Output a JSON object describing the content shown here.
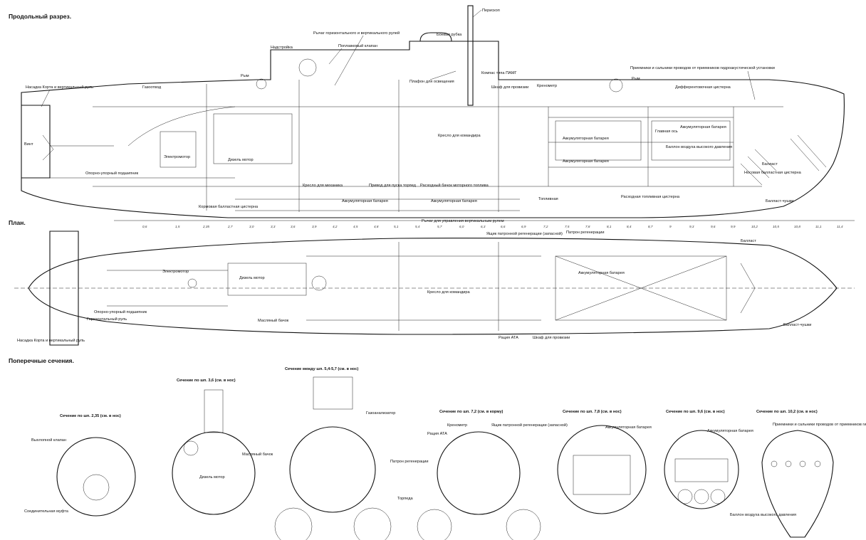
{
  "sections": {
    "longitudinal": "Продольный разрез.",
    "plan": "План.",
    "cross": "Поперечные сечения."
  },
  "labels": {
    "periscope": "Перископ",
    "lever_rudders": "Рычаг горизонтального и вертикального рулей",
    "float_valve": "Поплавковый клапан",
    "conning_tower": "Боевая рубка",
    "superstructure": "Надстройка",
    "compass": "Компас типа ПАМГ",
    "light": "Плафон для освещения",
    "kort_nozzle_top": "Насадка Корта и вертикальный руль",
    "gas_exhaust": "Газоотвод",
    "screw": "Винт",
    "thrust_bearing_top": "Опорно-упорный подшипник",
    "electromotor_top": "Электромотор",
    "diesel_top": "Дизель мотор",
    "stern_ballast": "Кормовая балластная цистерна",
    "mechanic_seat": "Кресло для механика",
    "torpedo_drive": "Привод для пуска торпед",
    "fuel_tank": "Расходный бачок моторного топлива",
    "commander_seat_top": "Кресло для командира",
    "battery_bottom": "Аккумуляторная батарея",
    "steering_lever": "Рычаг для управления вертикальным рулем",
    "wire_cabinet": "Шкаф для провизии",
    "cranometer": "Кренометр",
    "fuel_tanks": "Топливная",
    "fuel_consumption_tank": "Расходная топливная цистерна",
    "main_shaft": "Главная ось",
    "hp_air": "Баллон воздуха высокого давления",
    "bow_ballast": "Носовая балластная цистерна",
    "ballast": "Балласт",
    "ballast_pigs": "Балласт-чушки",
    "hydro_receivers": "Приемники и сальники проводов от приемников гидроакустической установки",
    "trim_tank": "Дифферентовочная цистерна",
    "yoke": "Рым",
    "regen_box": "Ящик патронной регенерации (запасной)",
    "regen_cartridge": "Патрон регенерации",
    "oil_tank": "Масляный бачок",
    "horiz_rudder": "Горизонтальный руль",
    "ata": "Рация АТА",
    "battery": "Аккумуляторная батарея",
    "exhaust_valve": "Выхлопной клапан",
    "coupling": "Соединительная муфта",
    "gas_analyzer": "Газоанализатор",
    "torpedo": "Торпеда"
  },
  "cross_titles": [
    "Сечение по шп. 2,35 (см. в нос)",
    "Сечение по шп. 3,6 (см. в нос)",
    "Сечение между шп. 5,4-5,7 (см. в нос)",
    "Сечение по шп. 7,2 (см. в корму)",
    "Сечение по шп. 7,8 (см. в нос)",
    "Сечение по шп. 9,6 (см. в нос)",
    "Сечение по шп. 10,2 (см. в нос)"
  ],
  "frame_numbers": [
    "0,6",
    "1,5",
    "2,35",
    "2,7",
    "3,0",
    "3,3",
    "3,6",
    "3,9",
    "4,2",
    "4,5",
    "4,8",
    "5,1",
    "5,4",
    "5,7",
    "6,0",
    "6,3",
    "6,6",
    "6,9",
    "7,2",
    "7,5",
    "7,8",
    "8,1",
    "8,4",
    "8,7",
    "9",
    "9,3",
    "9,6",
    "9,9",
    "10,2",
    "10,5",
    "10,8",
    "11,1",
    "11,4"
  ]
}
